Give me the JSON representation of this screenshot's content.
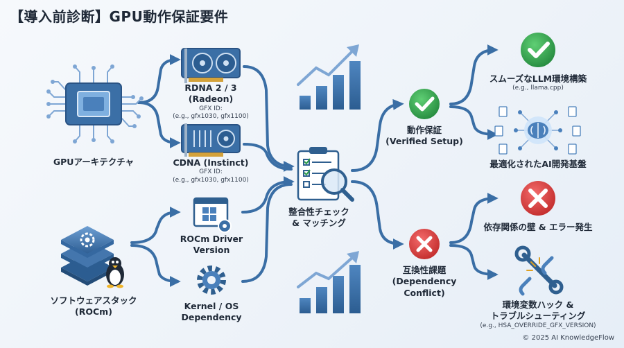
{
  "title": "【導入前診断】GPU動作保証要件",
  "gpu_architecture": {
    "label": "GPUアーキテクチャ"
  },
  "rdna": {
    "label": "RDNA 2 / 3 (Radeon)",
    "gfx_label": "GFX ID:",
    "gfx_examples": "(e.g., gfx1030, gfx1100)"
  },
  "cdna": {
    "label": "CDNA (Instinct)",
    "gfx_label": "GFX ID:",
    "gfx_examples": "(e.g., gfx1030, gfx1100)"
  },
  "software_stack": {
    "label": "ソフトウェアスタック",
    "sub": "(ROCm)"
  },
  "rocm_driver": {
    "line1": "ROCm Driver",
    "line2": "Version"
  },
  "kernel": {
    "line1": "Kernel / OS",
    "line2": "Dependency"
  },
  "matching": {
    "line1": "整合性チェック",
    "line2": "& マッチング"
  },
  "verified": {
    "line1": "動作保証",
    "line2": "(Verified Setup)"
  },
  "conflict": {
    "line1": "互換性課題",
    "line2": "(Dependency Conflict)"
  },
  "outcome_smooth": {
    "label": "スムーズなLLM環境構築",
    "sub": "(e.g., llama.cpp)"
  },
  "outcome_optimized": {
    "label": "最適化されたAI開発基盤"
  },
  "outcome_error": {
    "label": "依存関係の壁 & エラー発生"
  },
  "outcome_fix": {
    "line1": "環境変数ハック &",
    "line2": "トラブルシューティング",
    "sub": "(e.g., HSA_OVERRIDE_GFX_VERSION)"
  },
  "copyright": "© 2025 AI KnowledgeFlow",
  "colors": {
    "primary": "#2f5f8f",
    "flow": "#3a6ea5",
    "light": "#7ea6d4",
    "success": "#2e9d4a",
    "error": "#d93b3b"
  }
}
